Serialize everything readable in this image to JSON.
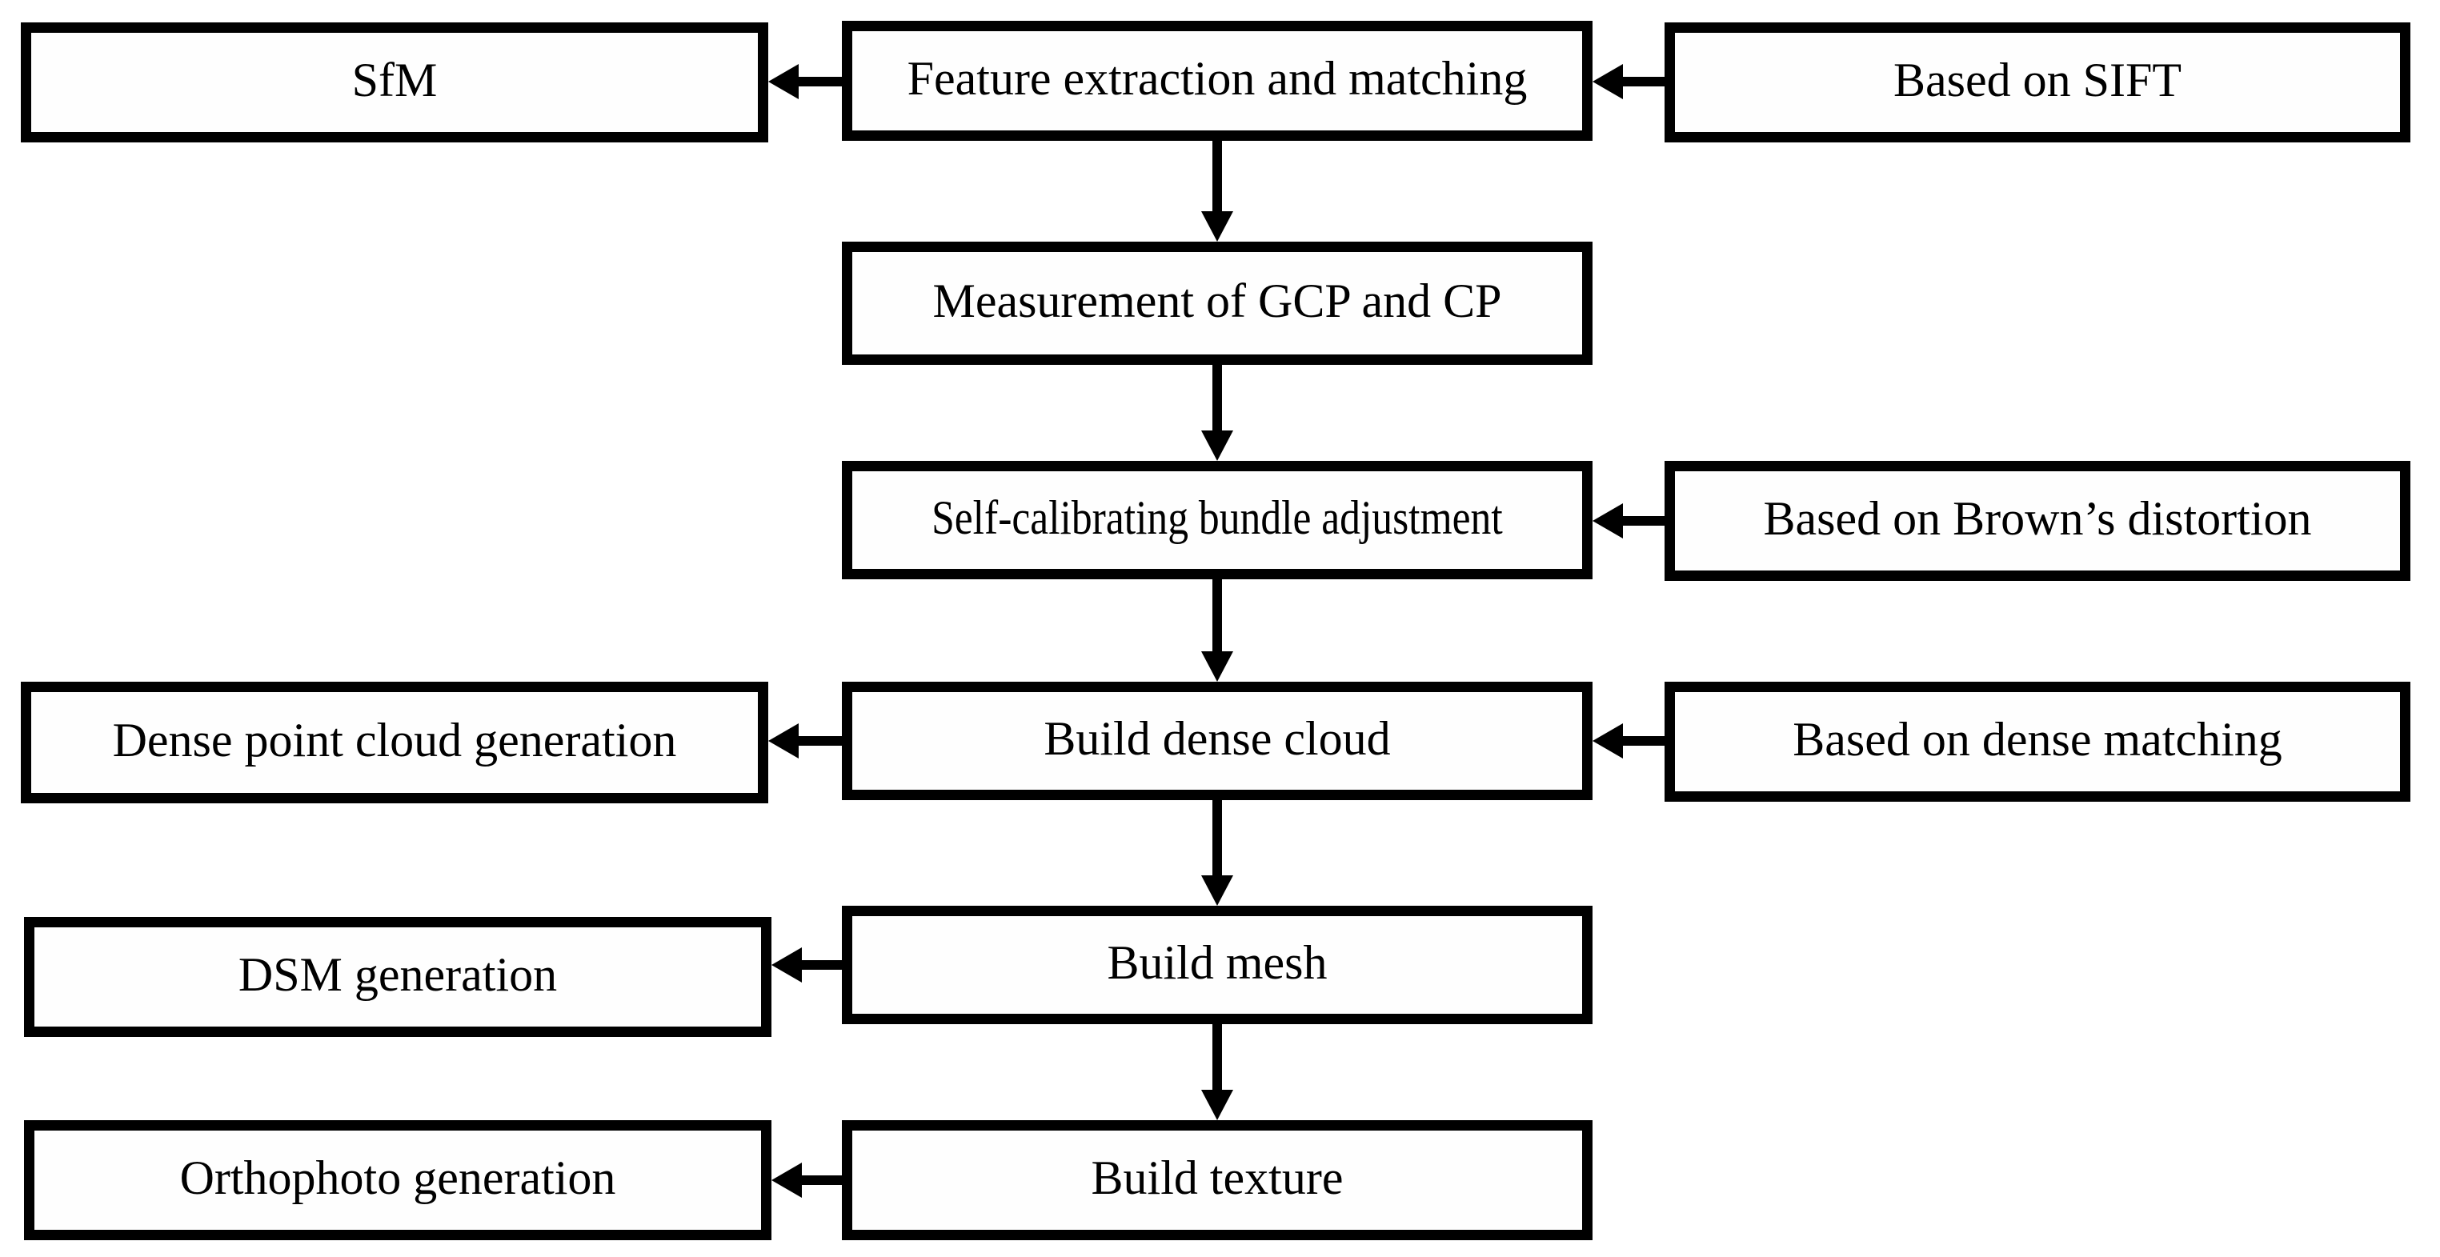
{
  "diagram": {
    "type": "flowchart",
    "description": "SfM photogrammetry processing workflow",
    "colors": {
      "background": "#ffffff",
      "box_fill": "#fefefe",
      "box_border": "#000000",
      "text": "#000000",
      "arrow": "#000000"
    },
    "nodes": {
      "sfm": {
        "label": "SfM",
        "column": "left",
        "row": 1
      },
      "feature_extraction": {
        "label": "Feature extraction and matching",
        "column": "center",
        "row": 1
      },
      "based_on_sift": {
        "label": "Based on SIFT",
        "column": "right",
        "row": 1
      },
      "measurement_gcp_cp": {
        "label": "Measurement of GCP and CP",
        "column": "center",
        "row": 2
      },
      "self_calibrating": {
        "label": "Self-calibrating bundle adjustment",
        "column": "center",
        "row": 3
      },
      "based_on_browns": {
        "label": "Based on Brown’s distortion",
        "column": "right",
        "row": 3
      },
      "dense_point_cloud": {
        "label": "Dense point cloud generation",
        "column": "left",
        "row": 4
      },
      "build_dense_cloud": {
        "label": "Build dense cloud",
        "column": "center",
        "row": 4
      },
      "based_on_dense_matching": {
        "label": "Based on dense matching",
        "column": "right",
        "row": 4
      },
      "dsm_generation": {
        "label": "DSM generation",
        "column": "left",
        "row": 5
      },
      "build_mesh": {
        "label": "Build mesh",
        "column": "center",
        "row": 5
      },
      "orthophoto_generation": {
        "label": "Orthophoto generation",
        "column": "left",
        "row": 6
      },
      "build_texture": {
        "label": "Build texture",
        "column": "center",
        "row": 6
      }
    },
    "edges": [
      {
        "from": "feature_extraction",
        "to": "sfm",
        "direction": "left"
      },
      {
        "from": "based_on_sift",
        "to": "feature_extraction",
        "direction": "left"
      },
      {
        "from": "feature_extraction",
        "to": "measurement_gcp_cp",
        "direction": "down"
      },
      {
        "from": "measurement_gcp_cp",
        "to": "self_calibrating",
        "direction": "down"
      },
      {
        "from": "based_on_browns",
        "to": "self_calibrating",
        "direction": "left"
      },
      {
        "from": "self_calibrating",
        "to": "build_dense_cloud",
        "direction": "down"
      },
      {
        "from": "based_on_dense_matching",
        "to": "build_dense_cloud",
        "direction": "left"
      },
      {
        "from": "build_dense_cloud",
        "to": "dense_point_cloud",
        "direction": "left"
      },
      {
        "from": "build_dense_cloud",
        "to": "build_mesh",
        "direction": "down"
      },
      {
        "from": "build_mesh",
        "to": "dsm_generation",
        "direction": "left"
      },
      {
        "from": "build_mesh",
        "to": "build_texture",
        "direction": "down"
      },
      {
        "from": "build_texture",
        "to": "orthophoto_generation",
        "direction": "left"
      }
    ]
  }
}
